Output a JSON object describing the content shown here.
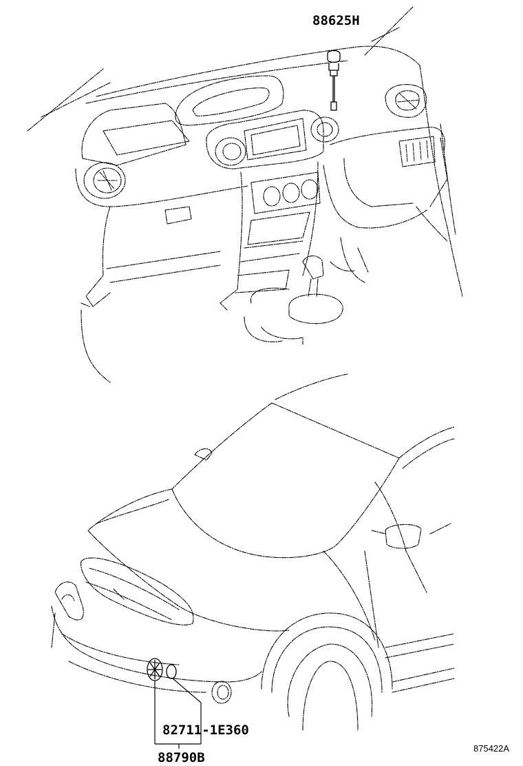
{
  "labels": {
    "antenna_part": "88625H",
    "emblem_part": "82711-1E360",
    "assembly_part": "88790B",
    "figure_ref": "875422A"
  }
}
